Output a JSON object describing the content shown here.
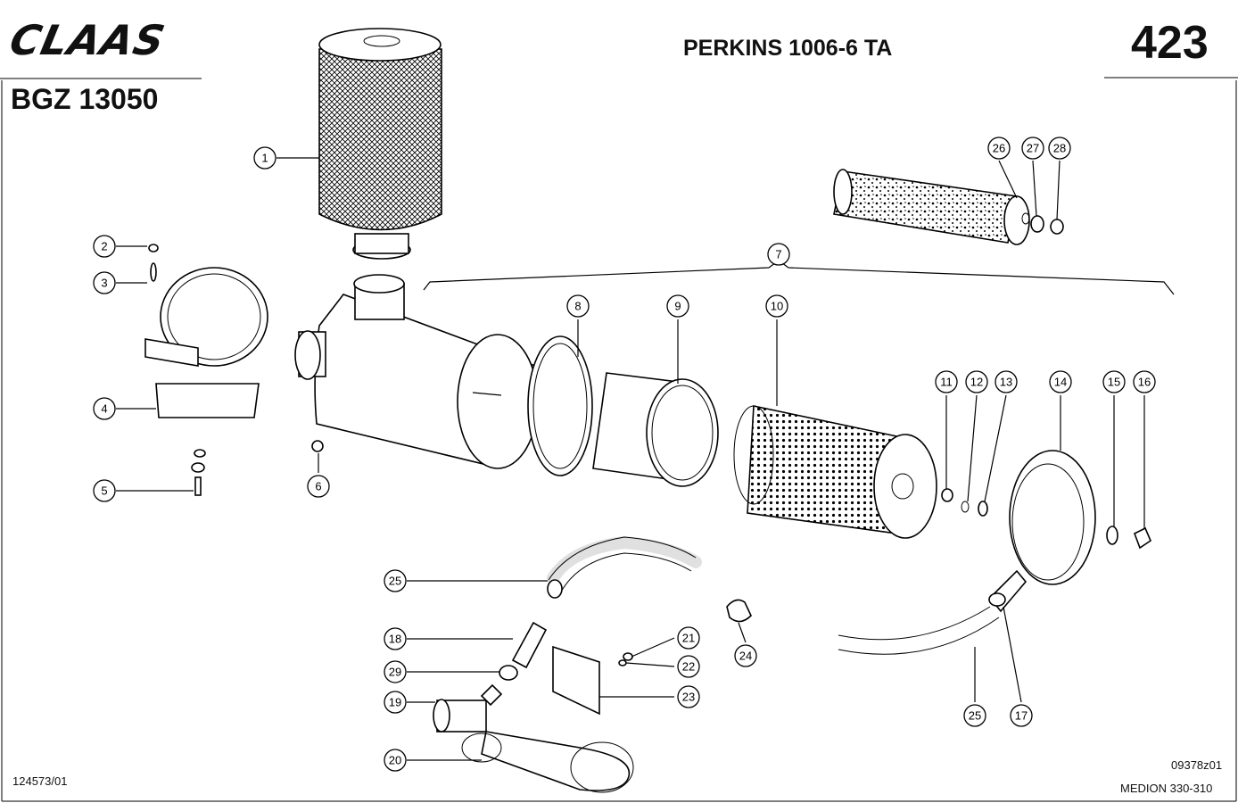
{
  "header": {
    "logo": "CLAAS",
    "doc_id": "BGZ 13050",
    "title": "PERKINS 1006-6 TA",
    "page_number": "423"
  },
  "footer": {
    "left_ref": "124573/01",
    "right_ref": "09378z01",
    "model": "MEDION 330-310"
  },
  "callouts": [
    {
      "id": "c1",
      "label": "1"
    },
    {
      "id": "c2",
      "label": "2"
    },
    {
      "id": "c3",
      "label": "3"
    },
    {
      "id": "c4",
      "label": "4"
    },
    {
      "id": "c5",
      "label": "5"
    },
    {
      "id": "c6",
      "label": "6"
    },
    {
      "id": "c7",
      "label": "7"
    },
    {
      "id": "c8",
      "label": "8"
    },
    {
      "id": "c9",
      "label": "9"
    },
    {
      "id": "c10",
      "label": "10"
    },
    {
      "id": "c11",
      "label": "11"
    },
    {
      "id": "c12",
      "label": "12"
    },
    {
      "id": "c13",
      "label": "13"
    },
    {
      "id": "c14",
      "label": "14"
    },
    {
      "id": "c15",
      "label": "15"
    },
    {
      "id": "c16",
      "label": "16"
    },
    {
      "id": "c17",
      "label": "17"
    },
    {
      "id": "c18",
      "label": "18"
    },
    {
      "id": "c19",
      "label": "19"
    },
    {
      "id": "c20",
      "label": "20"
    },
    {
      "id": "c21",
      "label": "21"
    },
    {
      "id": "c22",
      "label": "22"
    },
    {
      "id": "c23",
      "label": "23"
    },
    {
      "id": "c24",
      "label": "24"
    },
    {
      "id": "c25a",
      "label": "25"
    },
    {
      "id": "c25b",
      "label": "25"
    },
    {
      "id": "c26",
      "label": "26"
    },
    {
      "id": "c27",
      "label": "27"
    },
    {
      "id": "c28",
      "label": "28"
    },
    {
      "id": "c29",
      "label": "29"
    }
  ]
}
